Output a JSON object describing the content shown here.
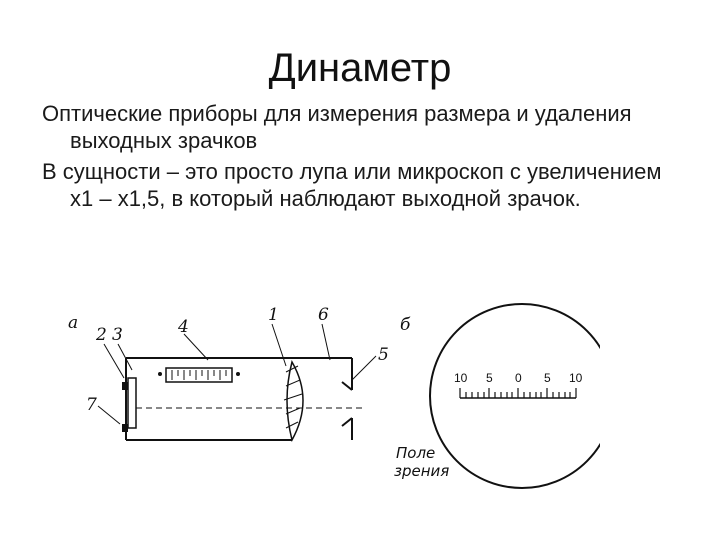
{
  "slide": {
    "title": "Динаметр",
    "paragraphs": [
      "Оптические приборы для измерения размера и удаления выходных зрачков",
      "В сущности – это просто лупа или микроскоп с увеличением х1 – х1,5, в который наблюдают выходной зрачок."
    ]
  },
  "figure": {
    "panel_a_label": "а",
    "panel_b_label": "б",
    "part_numbers": [
      "2",
      "3",
      "4",
      "1",
      "6",
      "5",
      "7"
    ],
    "scale_ticks": [
      "10",
      "5",
      "0",
      "5",
      "10"
    ],
    "field_label_line1": "Поле",
    "field_label_line2": "зрения"
  }
}
